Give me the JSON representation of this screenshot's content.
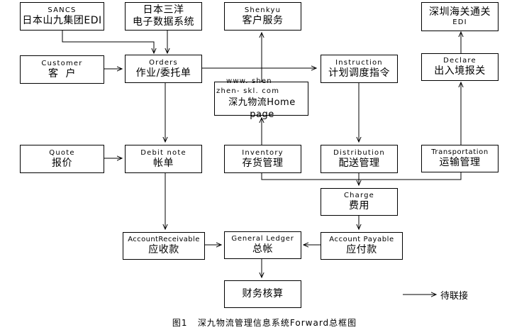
{
  "diagram": {
    "type": "flowchart",
    "nodes": {
      "sancs": {
        "en": "SANCS",
        "zh": "日本山九集团EDI"
      },
      "sanyo": {
        "zh1": "日本三洋",
        "zh2": "电子数据系统"
      },
      "shenkyu": {
        "en": "Shenkyu",
        "zh": "客户服务"
      },
      "customs": {
        "zh": "深圳海关通关",
        "en": "EDI"
      },
      "customer": {
        "en": "Customer",
        "zh": "客  户"
      },
      "orders": {
        "en": "Orders",
        "zh": "作业/委托单"
      },
      "instruction": {
        "en": "Instruction",
        "zh": "计划调度指令"
      },
      "declare": {
        "en": "Declare",
        "zh": "出入境报关"
      },
      "homepage": {
        "l1": "www. shen",
        "l2": "zhen- skl. com",
        "l3": "深九物流Home page"
      },
      "quote": {
        "en": "Quote",
        "zh": "报价"
      },
      "debit": {
        "en": "Debit note",
        "zh": "帐单"
      },
      "inventory": {
        "en": "Inventory",
        "zh": "存货管理"
      },
      "distribution": {
        "en": "Distribution",
        "zh": "配送管理"
      },
      "transportation": {
        "en": "Transportation",
        "zh": "运输管理"
      },
      "charge": {
        "en": "Charge",
        "zh": "费用"
      },
      "receivable": {
        "en": "AccountReceivable",
        "zh": "应收款"
      },
      "ledger": {
        "en": "General Ledger",
        "zh": "总帐"
      },
      "payable": {
        "en": "Account Payable",
        "zh": "应付款"
      },
      "accounting": {
        "zh": "财务核算"
      }
    },
    "edges": [
      [
        "sancs",
        "orders"
      ],
      [
        "sanyo",
        "orders"
      ],
      [
        "customer",
        "orders"
      ],
      [
        "orders",
        "instruction"
      ],
      [
        "orders",
        "debit"
      ],
      [
        "homepage",
        "shenkyu"
      ],
      [
        "inventory",
        "homepage"
      ],
      [
        "instruction",
        "distribution"
      ],
      [
        "transportation",
        "declare"
      ],
      [
        "declare",
        "customs"
      ],
      [
        "inventory",
        "charge"
      ],
      [
        "distribution",
        "charge"
      ],
      [
        "transportation",
        "charge"
      ],
      [
        "quote",
        "debit"
      ],
      [
        "debit",
        "receivable"
      ],
      [
        "charge",
        "payable"
      ],
      [
        "receivable",
        "ledger"
      ],
      [
        "payable",
        "ledger"
      ],
      [
        "ledger",
        "accounting"
      ]
    ]
  },
  "legend": {
    "label": "待联接"
  },
  "caption": "图1   深九物流管理信息系统Forward总框图"
}
